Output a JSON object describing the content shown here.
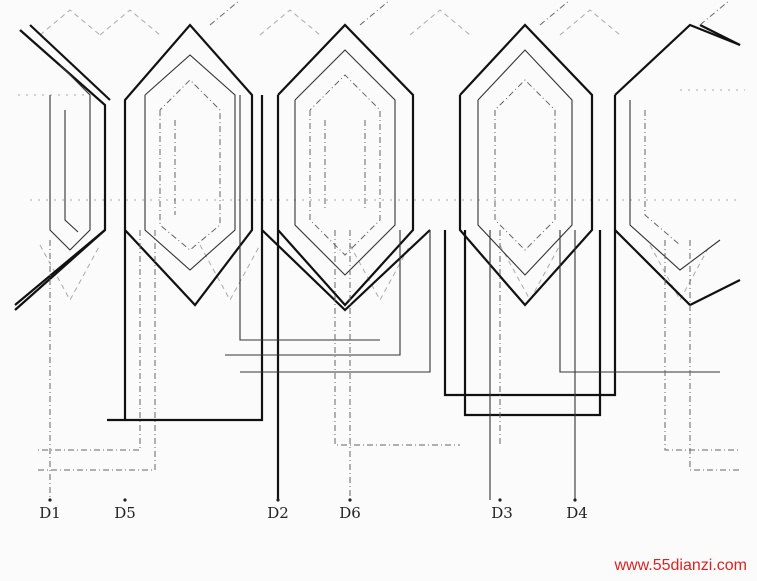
{
  "leads": [
    {
      "label": "D1"
    },
    {
      "label": "D5"
    },
    {
      "label": "D2"
    },
    {
      "label": "D6"
    },
    {
      "label": "D3"
    },
    {
      "label": "D4"
    }
  ],
  "watermark": "www.55dianzi.com"
}
